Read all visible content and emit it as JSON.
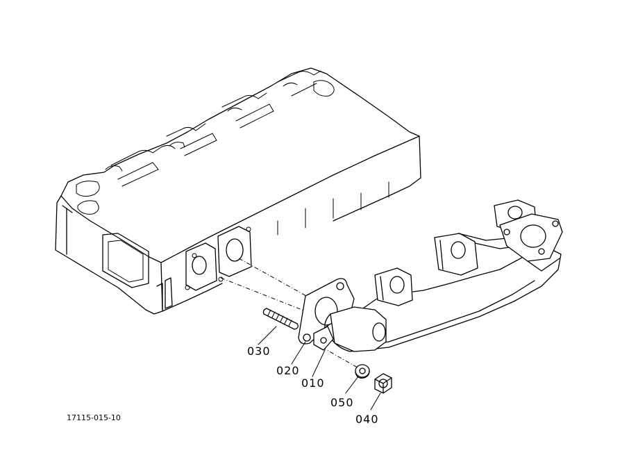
{
  "diagram": {
    "drawing_code": "17115-015-10",
    "callouts": [
      {
        "id": "030",
        "label": "030"
      },
      {
        "id": "020",
        "label": "020"
      },
      {
        "id": "010",
        "label": "010"
      },
      {
        "id": "050",
        "label": "050"
      },
      {
        "id": "040",
        "label": "040"
      }
    ]
  }
}
